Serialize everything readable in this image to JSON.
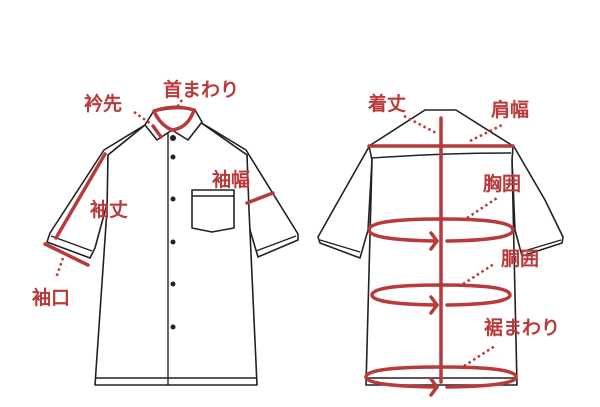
{
  "colors": {
    "accent": "#b83a3a",
    "outline": "#222222"
  },
  "front": {
    "labels": {
      "neck": "首まわり",
      "collar_tip": "衿先",
      "sleeve_width": "袖幅",
      "sleeve_length": "袖丈",
      "cuff": "袖口"
    }
  },
  "back": {
    "labels": {
      "length": "着丈",
      "shoulder": "肩幅",
      "chest": "胸囲",
      "waist": "胴囲",
      "hem": "裾まわり"
    }
  }
}
